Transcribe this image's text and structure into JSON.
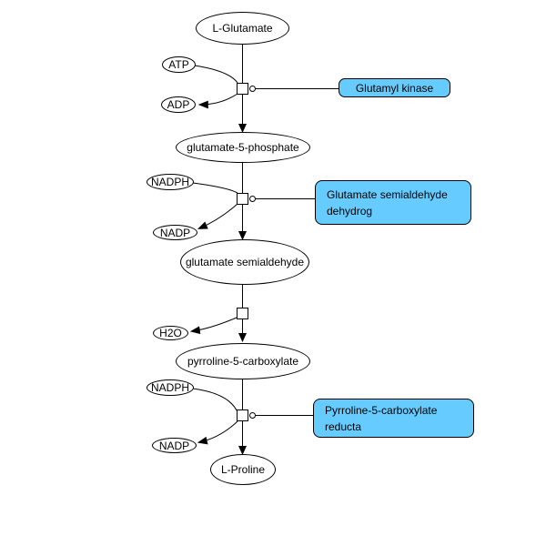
{
  "colors": {
    "enzyme_fill": "#66CCFF",
    "node_fill": "#FFFFFF",
    "edge": "#000000",
    "background": "#FFFFFF"
  },
  "pathway": {
    "metabolites": {
      "l_glutamate": "L-Glutamate",
      "glutamate_5_phosphate": "glutamate-5-phosphate",
      "glutamate_semialdehyde": "glutamate semialdehyde",
      "pyrroline_5_carboxylate": "pyrroline-5-carboxylate",
      "l_proline": "L-Proline"
    },
    "cofactors": {
      "atp": "ATP",
      "adp": "ADP",
      "nadph_1": "NADPH",
      "nadp_1": "NADP",
      "h2o": "H2O",
      "nadph_2": "NADPH",
      "nadp_2": "NADP"
    },
    "enzymes": {
      "glutamyl_kinase": {
        "line1": "Glutamyl kinase",
        "line2": ""
      },
      "glutamate_semialdehyde_dehydrog": {
        "line1": "Glutamate semialdehyde",
        "line2": "dehydrog"
      },
      "pyrroline_5_carboxylate_reducta": {
        "line1": "Pyrroline-5-carboxylate",
        "line2": "reducta"
      }
    }
  }
}
